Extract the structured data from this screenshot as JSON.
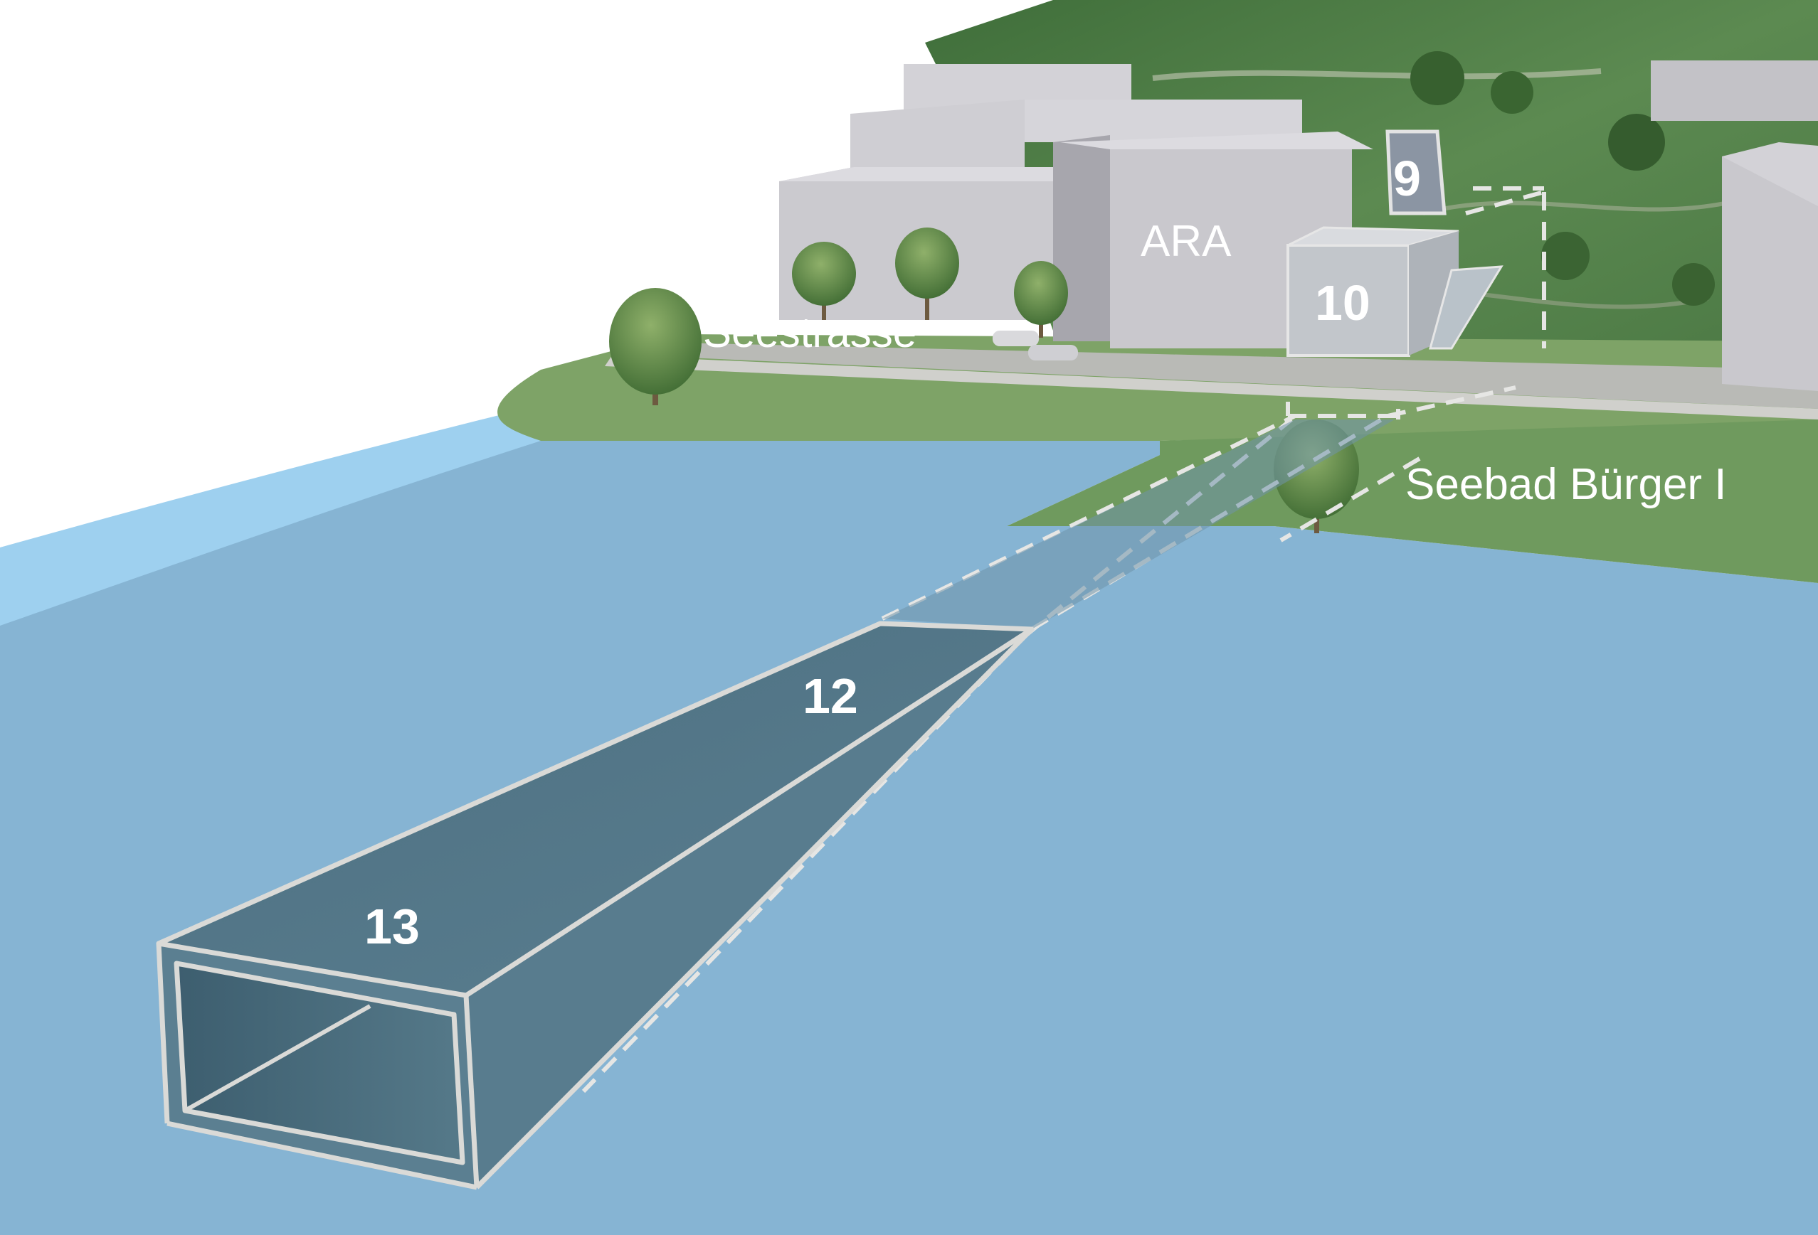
{
  "labels": {
    "seestrasse": "Seestrasse",
    "ara": "ARA",
    "seebad": "Seebad Bürger I",
    "n9": "9",
    "n10": "10",
    "n12": "12",
    "n13": "13"
  },
  "colors": {
    "water": "#86b4d3",
    "water_light": "#9ed0ef",
    "grass": "#6f9a5e",
    "hillside": "#4d7b45",
    "building": "#c9c8cd",
    "building_shadow": "#a7a6ad",
    "road": "#b9bab6",
    "structure_fill": "#4f7487",
    "structure_outline": "#dadad7",
    "label": "#ffffff"
  },
  "icons": [
    "tree-icon",
    "car-icon"
  ]
}
